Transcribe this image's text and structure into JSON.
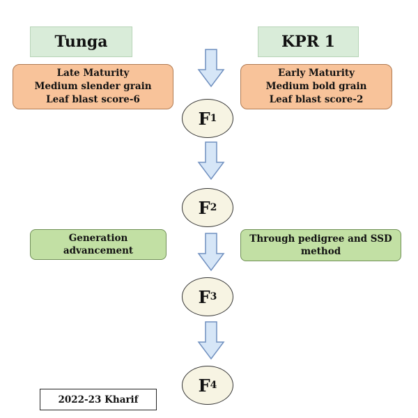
{
  "parents": {
    "left": {
      "name": "Tunga",
      "traits": [
        "Late Maturity",
        "Medium slender grain",
        "Leaf blast score-6"
      ]
    },
    "right": {
      "name": "KPR 1",
      "traits": [
        "Early Maturity",
        "Medium bold grain",
        "Leaf blast score-2"
      ]
    }
  },
  "generations": [
    {
      "letter": "F",
      "sub": "1"
    },
    {
      "letter": "F",
      "sub": "2"
    },
    {
      "letter": "F",
      "sub": "3"
    },
    {
      "letter": "F",
      "sub": "4"
    }
  ],
  "notes": {
    "left": [
      "Generation",
      "advancement"
    ],
    "right": [
      "Through pedigree and SSD",
      "method"
    ]
  },
  "season": "2022-23 Kharif",
  "colors": {
    "parent_fill": "#d9ecd9",
    "trait_fill": "#f8c39a",
    "note_fill": "#c2e0a4",
    "arrow_fill": "#d6e6f7",
    "arrow_stroke": "#6f8fbf",
    "node_fill": "#f7f4e3"
  }
}
